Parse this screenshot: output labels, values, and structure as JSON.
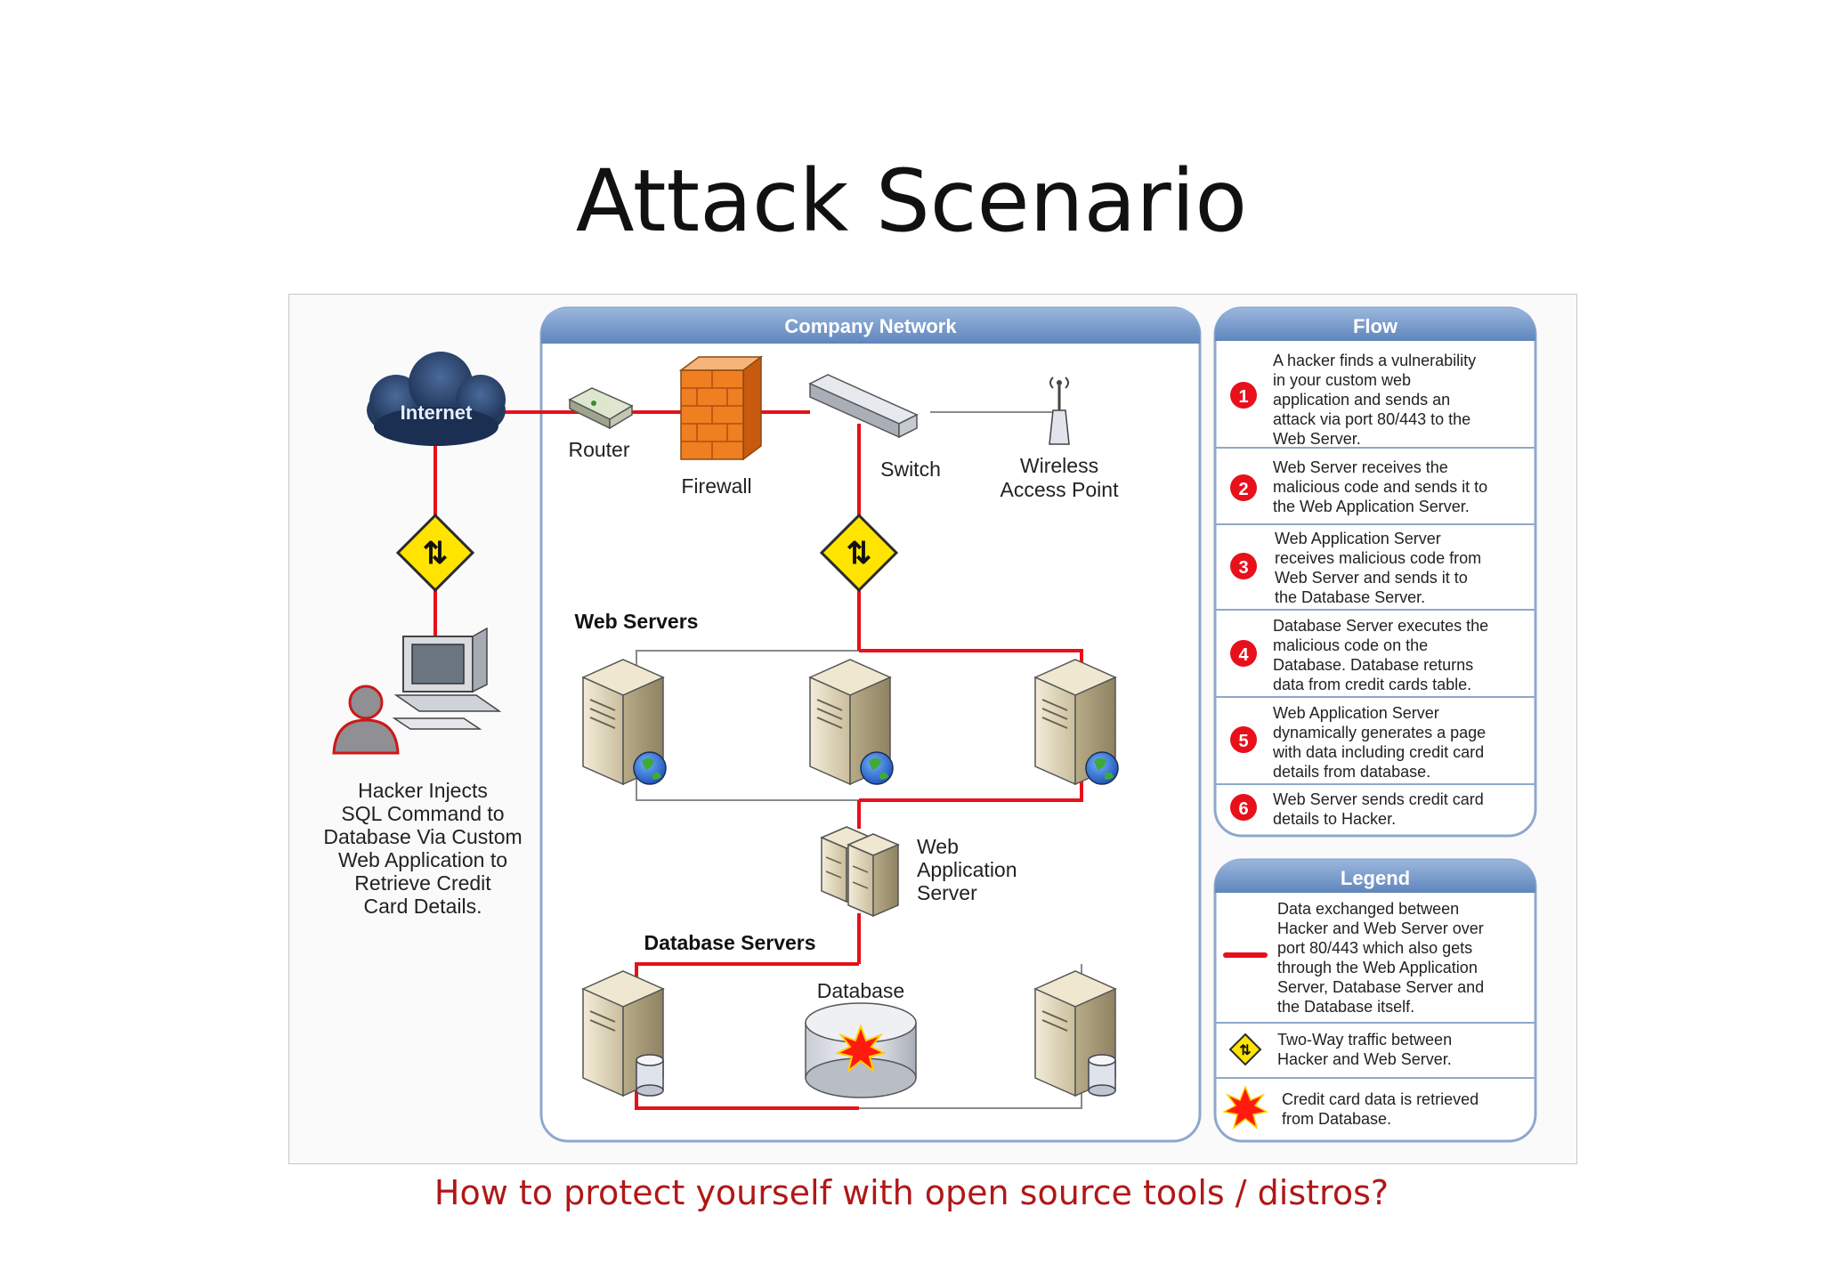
{
  "slide": {
    "title": "Attack Scenario",
    "subtitle": "How to protect yourself with open source tools / distros?"
  },
  "diagram": {
    "company_network_header": "Company Network",
    "internet_label": "Internet",
    "router_label": "Router",
    "firewall_label": "Firewall",
    "switch_label": "Switch",
    "wap_label": [
      "Wireless",
      "Access Point"
    ],
    "web_servers_label": "Web Servers",
    "web_app_server_label": [
      "Web",
      "Application",
      "Server"
    ],
    "database_servers_label": "Database Servers",
    "database_label": "Database",
    "hacker_caption": [
      "Hacker Injects",
      "SQL Command to",
      "Database Via Custom",
      "Web Application to",
      "Retrieve Credit",
      "Card Details."
    ]
  },
  "flow": {
    "header": "Flow",
    "steps": [
      {
        "num": "1",
        "lines": [
          "A hacker finds a vulnerability",
          "in your custom web",
          "application and sends an",
          "attack via port 80/443 to the",
          "Web Server."
        ]
      },
      {
        "num": "2",
        "lines": [
          "Web Server receives the",
          "malicious code and sends it to",
          "the Web Application Server."
        ]
      },
      {
        "num": "3",
        "lines": [
          "Web Application Server",
          "receives malicious code from",
          "Web Server and sends it to",
          "the Database Server."
        ]
      },
      {
        "num": "4",
        "lines": [
          "Database Server executes the",
          "malicious code on the",
          "Database. Database returns",
          "data from credit cards table."
        ]
      },
      {
        "num": "5",
        "lines": [
          "Web Application Server",
          "dynamically generates a page",
          "with data including credit card",
          "details from database."
        ]
      },
      {
        "num": "6",
        "lines": [
          "Web Server sends credit card",
          "details to Hacker."
        ]
      }
    ]
  },
  "legend": {
    "header": "Legend",
    "items": [
      {
        "icon": "red-line-icon",
        "lines": [
          "Data exchanged between",
          "Hacker and Web Server over",
          "port 80/443 which also gets",
          "through the Web Application",
          "Server, Database Server and",
          "the Database itself."
        ]
      },
      {
        "icon": "two-way-traffic-icon",
        "lines": [
          "Two-Way traffic between",
          "Hacker and Web Server."
        ]
      },
      {
        "icon": "starburst-icon",
        "lines": [
          "Credit card data is retrieved",
          "from Database."
        ]
      }
    ]
  },
  "colors": {
    "attack_line": "#e8101a",
    "panel_header": "#6d93c6",
    "panel_border": "#8ea8cc",
    "warning_sign": "#ffe400",
    "subtitle": "#b01818"
  }
}
